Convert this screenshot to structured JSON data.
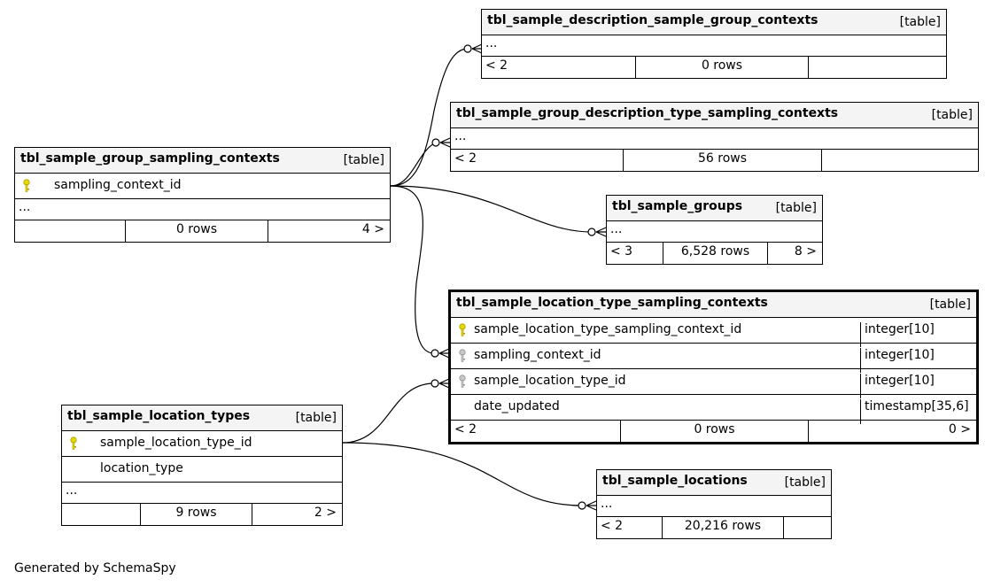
{
  "diagram": {
    "footer": "Generated by SchemaSpy",
    "tables": {
      "desc_group_ctx": {
        "name": "tbl_sample_description_sample_group_contexts",
        "kind": "[table]",
        "more": "...",
        "parents": "< 2",
        "rows": "0 rows",
        "children": ""
      },
      "group_desc_type_ctx": {
        "name": "tbl_sample_group_description_type_sampling_contexts",
        "kind": "[table]",
        "more": "...",
        "parents": "< 2",
        "rows": "56 rows",
        "children": ""
      },
      "group_sampling_ctx": {
        "name": "tbl_sample_group_sampling_contexts",
        "kind": "[table]",
        "columns": [
          {
            "name": "sampling_context_id",
            "key": "primary"
          }
        ],
        "more": "...",
        "parents": "",
        "rows": "0 rows",
        "children": "4 >"
      },
      "sample_groups": {
        "name": "tbl_sample_groups",
        "kind": "[table]",
        "more": "...",
        "parents": "< 3",
        "rows": "6,528 rows",
        "children": "8 >"
      },
      "loc_type_ctx": {
        "name": "tbl_sample_location_type_sampling_contexts",
        "kind": "[table]",
        "columns": [
          {
            "name": "sample_location_type_sampling_context_id",
            "type": "integer[10]",
            "key": "primary"
          },
          {
            "name": "sampling_context_id",
            "type": "integer[10]",
            "key": "foreign"
          },
          {
            "name": "sample_location_type_id",
            "type": "integer[10]",
            "key": "foreign"
          },
          {
            "name": "date_updated",
            "type": "timestamp[35,6]",
            "key": "none"
          }
        ],
        "parents": "< 2",
        "rows": "0 rows",
        "children": "0 >"
      },
      "loc_types": {
        "name": "tbl_sample_location_types",
        "kind": "[table]",
        "columns": [
          {
            "name": "sample_location_type_id",
            "key": "primary"
          },
          {
            "name": "location_type",
            "key": "none"
          }
        ],
        "more": "...",
        "parents": "",
        "rows": "9 rows",
        "children": "2 >"
      },
      "sample_locations": {
        "name": "tbl_sample_locations",
        "kind": "[table]",
        "more": "...",
        "parents": "< 2",
        "rows": "20,216 rows",
        "children": ""
      }
    },
    "colors": {
      "primary_key": "#e6d800",
      "foreign_key": "#b0b0b0",
      "header_bg": "#f4f4f4",
      "line": "#000000"
    },
    "relationships": [
      {
        "from": "tbl_sample_group_sampling_contexts.sampling_context_id",
        "to": "tbl_sample_description_sample_group_contexts"
      },
      {
        "from": "tbl_sample_group_sampling_contexts.sampling_context_id",
        "to": "tbl_sample_group_description_type_sampling_contexts"
      },
      {
        "from": "tbl_sample_group_sampling_contexts.sampling_context_id",
        "to": "tbl_sample_groups"
      },
      {
        "from": "tbl_sample_group_sampling_contexts.sampling_context_id",
        "to": "tbl_sample_location_type_sampling_contexts.sampling_context_id"
      },
      {
        "from": "tbl_sample_location_types.sample_location_type_id",
        "to": "tbl_sample_location_type_sampling_contexts.sample_location_type_id"
      },
      {
        "from": "tbl_sample_location_types.sample_location_type_id",
        "to": "tbl_sample_locations"
      }
    ]
  }
}
